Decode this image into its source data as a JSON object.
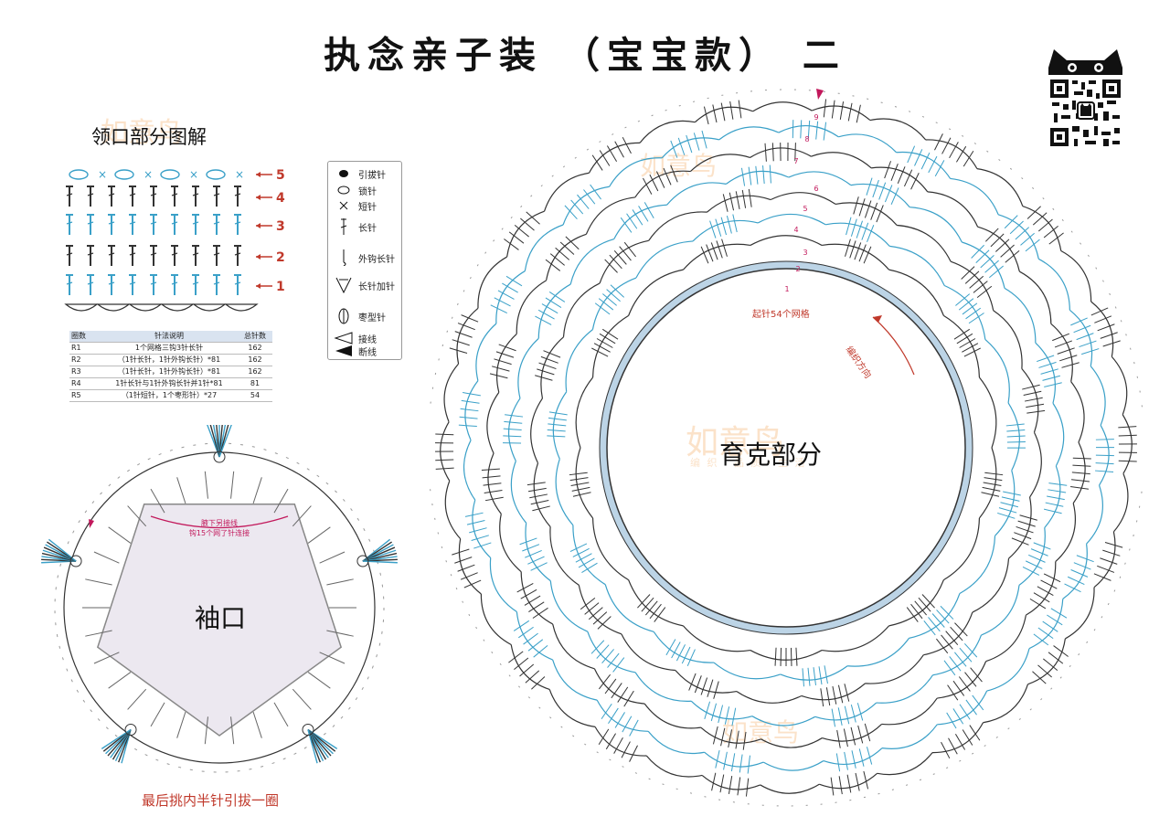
{
  "title": "执念亲子装 （宝宝款） 二",
  "collar": {
    "section_title": "领口部分图解",
    "row_labels": [
      "5",
      "4",
      "3",
      "2",
      "1"
    ]
  },
  "legend": {
    "items": [
      {
        "icon": "slip-stitch-icon",
        "label": "引拔针"
      },
      {
        "icon": "chain-icon",
        "label": "锁针"
      },
      {
        "icon": "single-crochet-icon",
        "label": "短针"
      },
      {
        "icon": "double-crochet-icon",
        "label": "长针"
      },
      {
        "icon": "front-post-dc-icon",
        "label": "外钩长针"
      },
      {
        "icon": "dc-increase-icon",
        "label": "长针加针"
      },
      {
        "icon": "bobble-icon",
        "label": "枣型针"
      },
      {
        "icon": "join-yarn-icon",
        "label": "接线"
      },
      {
        "icon": "cut-yarn-icon",
        "label": "断线"
      }
    ]
  },
  "rounds_table": {
    "headers": [
      "圈数",
      "针法说明",
      "总针数"
    ],
    "rows": [
      [
        "R1",
        "1个网格三钩3针长针",
        "162"
      ],
      [
        "R2",
        "（1针长针，1针外钩长针）*81",
        "162"
      ],
      [
        "R3",
        "（1针长针，1针外钩长针）*81",
        "162"
      ],
      [
        "R4",
        "1针长针与1针外钩长针并1针*81",
        "81"
      ],
      [
        "R5",
        "（1针短针，1个枣形针）*27",
        "54"
      ]
    ]
  },
  "yoke": {
    "label": "育克部分",
    "start_note": "起针54个网格",
    "direction_note": "编织方向",
    "round_numbers": [
      "1",
      "2",
      "3",
      "4",
      "5",
      "6",
      "7",
      "8",
      "9"
    ]
  },
  "sleeve": {
    "label": "袖口",
    "join_note_1": "腋下另接线",
    "join_note_2": "钩15个网了针连接",
    "bottom_note": "最后挑内半针引拔一圈"
  },
  "watermark": {
    "brand": "如意鸟",
    "tagline": "编 织 · 品 质 · 生 活"
  },
  "colors": {
    "blue": "#3aa0c8",
    "dark": "#333333",
    "red": "#c0392b",
    "magenta": "#c2185b"
  }
}
